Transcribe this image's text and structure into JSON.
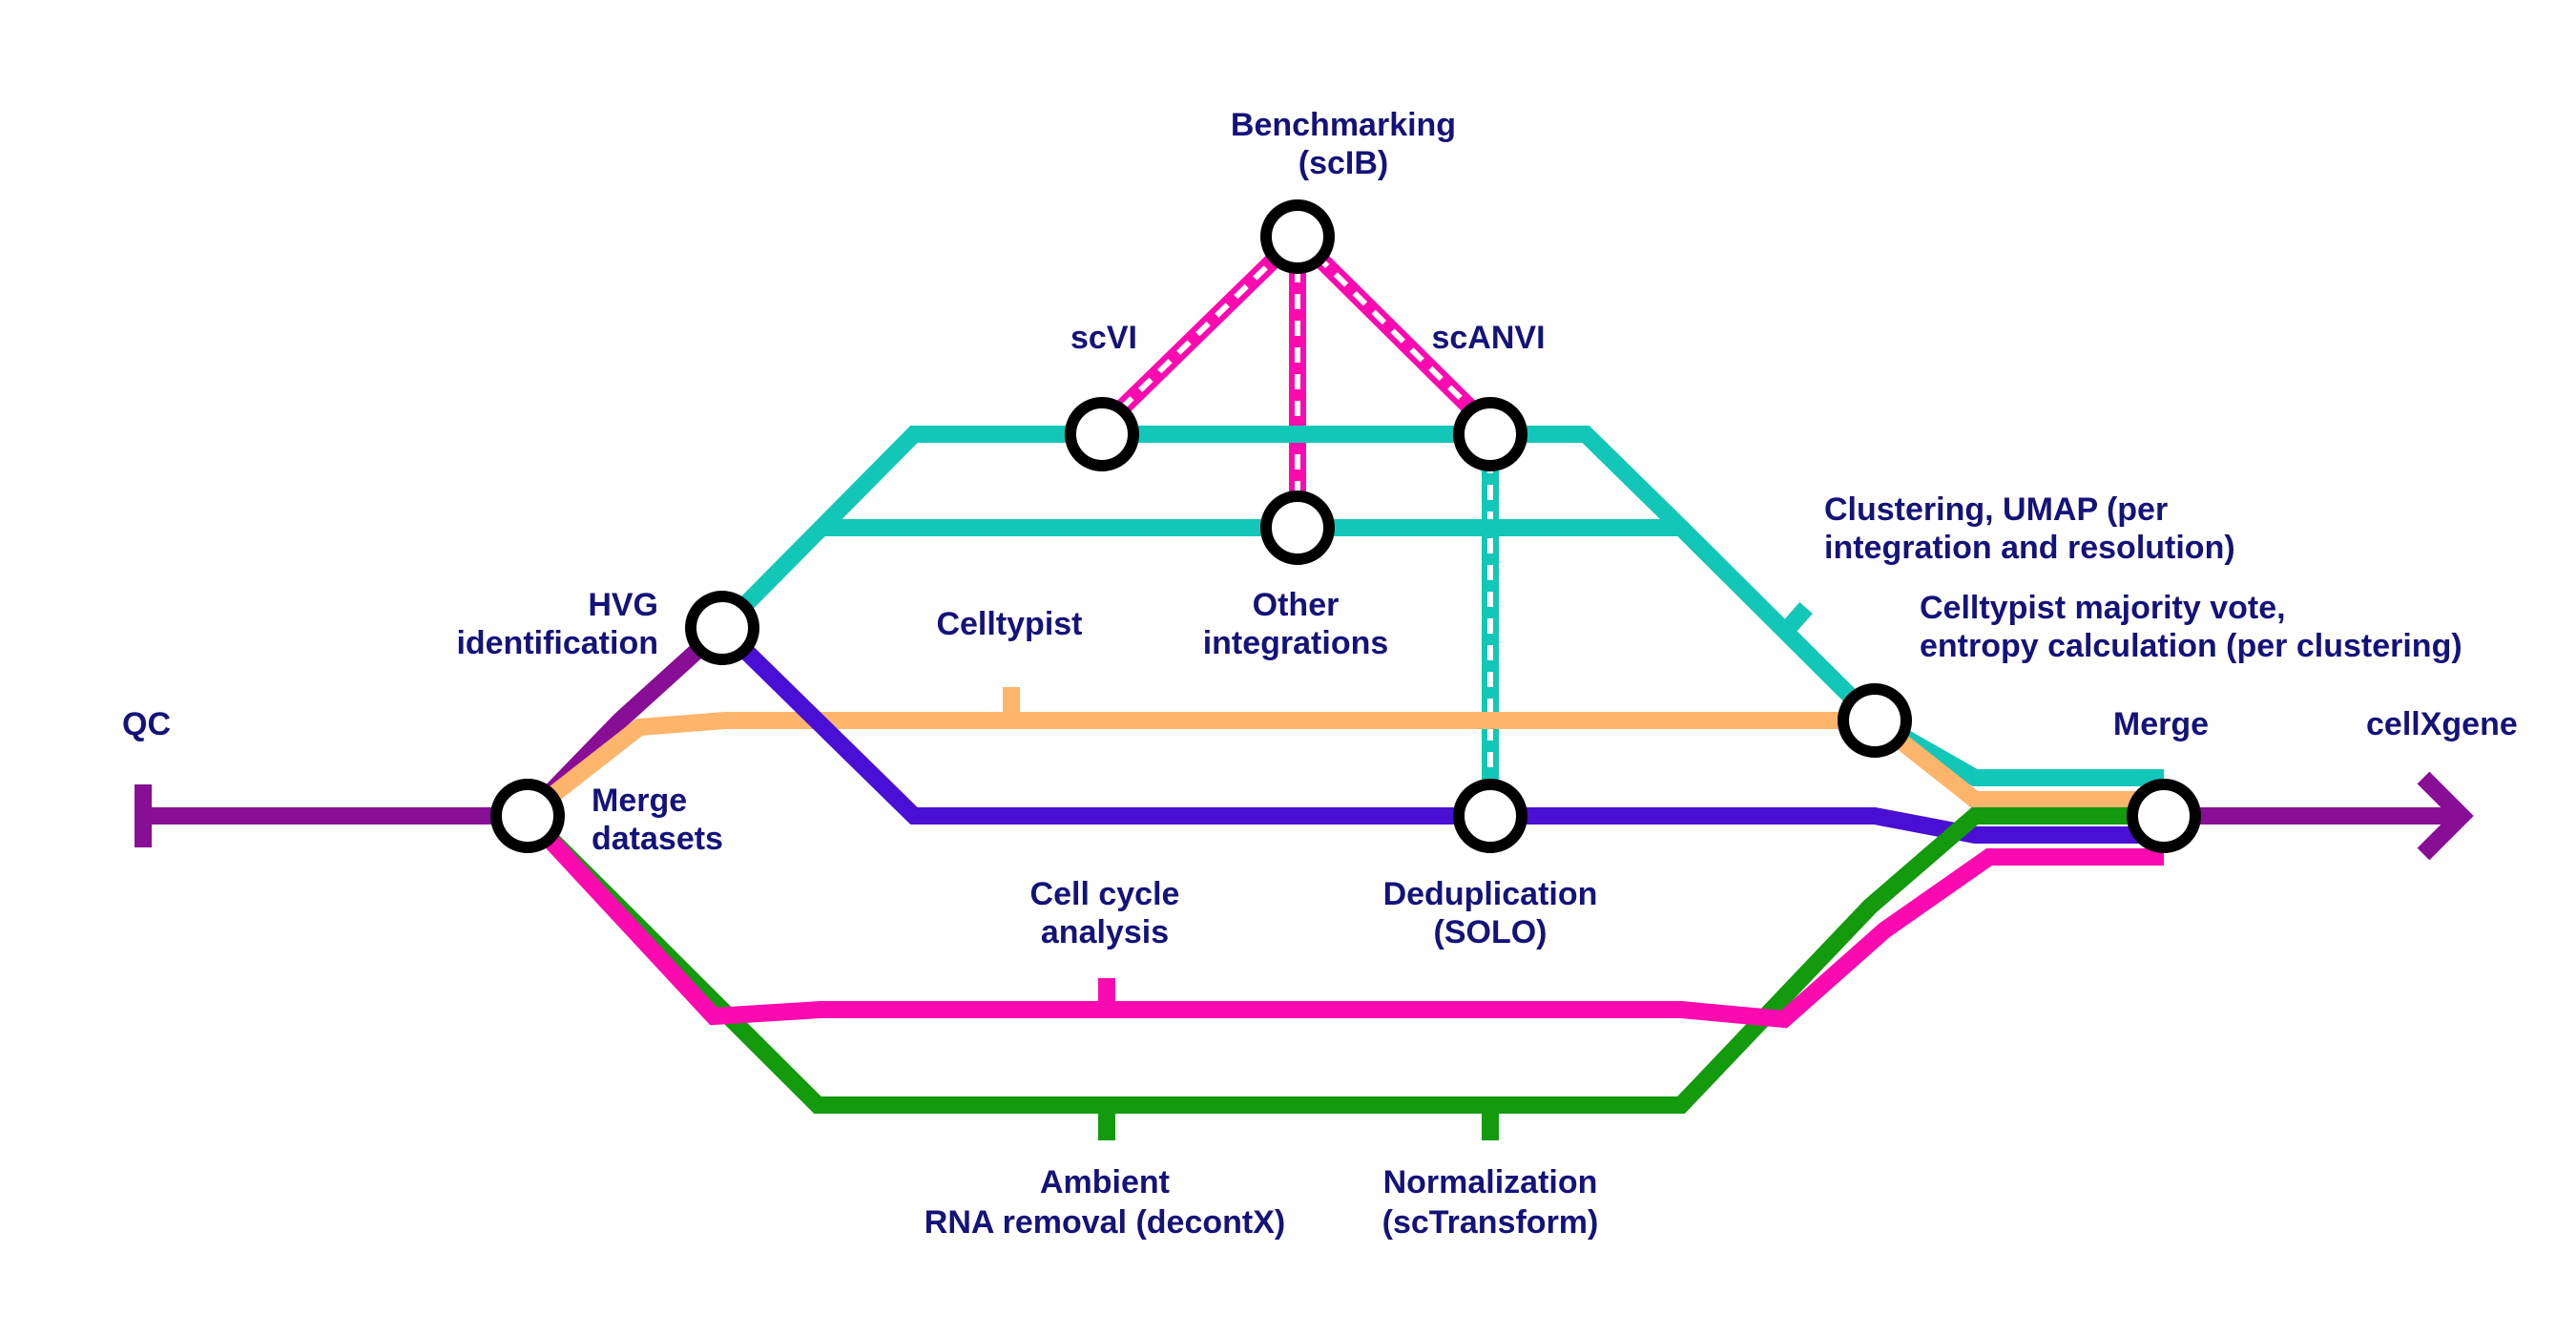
{
  "colors": {
    "text": "#14137a",
    "purple": "#880e96",
    "teal": "#12c7b8",
    "orange": "#fdb46b",
    "indigo": "#4a0fd4",
    "pink": "#fb0ab0",
    "green": "#139a0d",
    "station_fill": "#ffffff",
    "station_stroke": "#000000"
  },
  "labels": {
    "qc": "QC",
    "cellxgene": "cellXgene",
    "merge_datasets": [
      "Merge",
      "datasets"
    ],
    "hvg": [
      "HVG",
      "identification"
    ],
    "benchmarking": [
      "Benchmarking",
      "(scIB)"
    ],
    "scvi": "scVI",
    "scanvi": "scANVI",
    "other_integrations": [
      "Other",
      "integrations"
    ],
    "clustering": [
      "Clustering, UMAP (per",
      "integration and resolution)"
    ],
    "celltypist_vote": [
      "Celltypist majority vote,",
      "entropy calculation (per clustering)"
    ],
    "celltypist": "Celltypist",
    "merge": "Merge",
    "cell_cycle": [
      "Cell cycle",
      "analysis"
    ],
    "deduplication": [
      "Deduplication",
      "(SOLO)"
    ],
    "ambient": [
      "Ambient",
      "RNA removal (decontX)"
    ],
    "normalization": [
      "Normalization",
      "(scTransform)"
    ]
  }
}
